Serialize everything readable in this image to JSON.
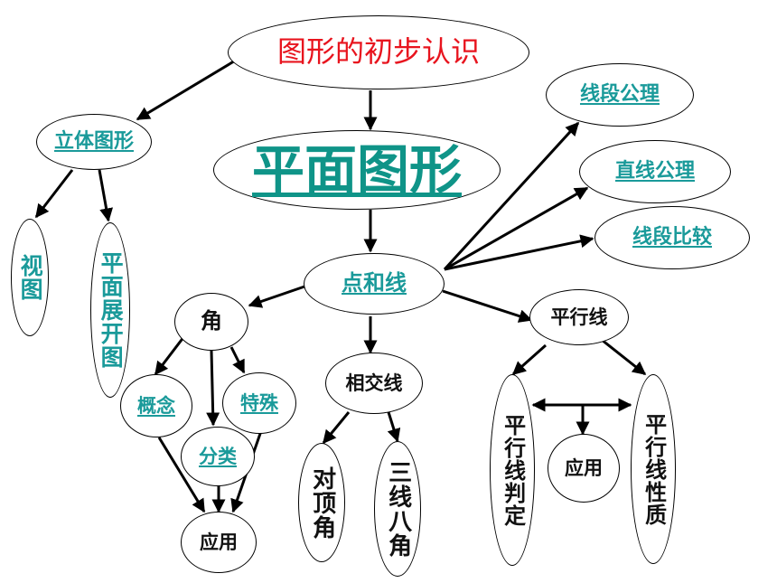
{
  "diagram": {
    "nodes": {
      "root": "图形的初步认识",
      "solid": "立体图形",
      "view": "视图",
      "unfold": "平面展开图",
      "plane": "平面图形",
      "seg_axiom": "线段公理",
      "line_axiom": "直线公理",
      "seg_compare": "线段比较",
      "point_line": "点和线",
      "angle": "角",
      "concept": "概念",
      "special": "特殊",
      "classify": "分类",
      "apply_angle": "应用",
      "intersect": "相交线",
      "vertical_angle": "对顶角",
      "three_lines": "三线八角",
      "parallel": "平行线",
      "parallel_judge": "平行线判定",
      "parallel_apply": "应用",
      "parallel_prop": "平行线性质"
    },
    "colors": {
      "root_text": "#e8141e",
      "link_text": "#1a9a9a",
      "plane_text": "#0f9488",
      "plain_text": "#111111",
      "arrow": "#000000"
    }
  }
}
